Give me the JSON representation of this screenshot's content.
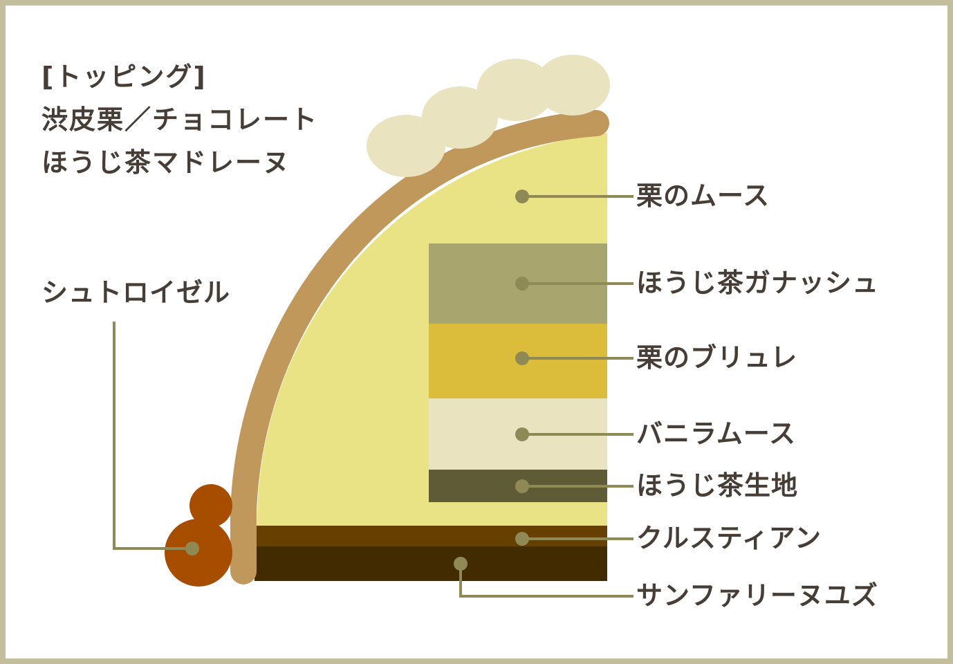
{
  "topping": {
    "heading": "[トッピング]",
    "line1": "渋皮栗／チョコレート",
    "line2": "ほうじ茶マドレーヌ"
  },
  "side_label": "シュトロイゼル",
  "layers": [
    {
      "name": "栗のムース",
      "color": "#eae386"
    },
    {
      "name": "ほうじ茶ガナッシュ",
      "color": "#a8a66e"
    },
    {
      "name": "栗のブリュレ",
      "color": "#dcbd3b"
    },
    {
      "name": "バニラムース",
      "color": "#e9e3bf"
    },
    {
      "name": "ほうじ茶生地",
      "color": "#5e5c37"
    },
    {
      "name": "クルスティアン",
      "color": "#664000"
    },
    {
      "name": "サンファリーヌユズ",
      "color": "#432b00"
    }
  ],
  "colors": {
    "frame_border": "#c3be9b",
    "crust_edge": "#c0985b",
    "cream_topping": "#e9e3bf",
    "streusel": "#a64d00",
    "leader_line": "#8f8a55",
    "text": "#463d36"
  }
}
